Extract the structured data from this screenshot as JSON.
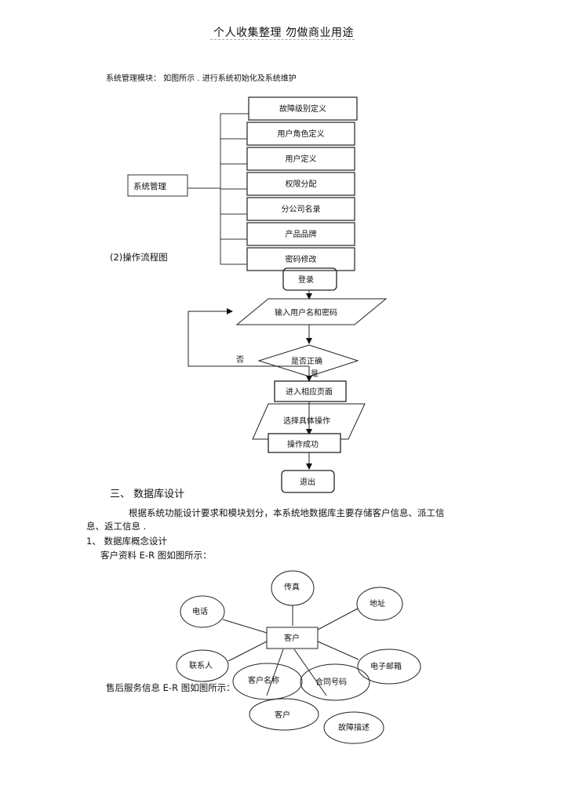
{
  "header": {
    "title": "个人收集整理   勿做商业用途"
  },
  "intro": {
    "text": "系统管理模块：  如图所示 . 进行系统初始化及系统维护"
  },
  "module_diagram": {
    "root": "系统管理",
    "children": [
      "故障级别定义",
      "用户角色定义",
      "用户定义",
      "权限分配",
      "分公司名录",
      "产品品牌",
      "密码修改"
    ]
  },
  "flow_caption": "(2)操作流程图",
  "flowchart": {
    "start": "登录",
    "input": "输入用户名和密码",
    "decision": "是否正确",
    "no_label": "否",
    "yes_label": "是",
    "enter_page": "进入相应页面",
    "choose_op": "选择具体操作",
    "success": "操作成功",
    "exit": "退出"
  },
  "section3": {
    "heading": "三、 数据库设计",
    "paragraph_line1": "根据系统功能设计要求和模块划分，本系统地数据库主要存储客户信息、派工信",
    "paragraph_line2": "息、返工信息  .",
    "subheading": "1、  数据库概念设计",
    "er1_caption": "客户资料  E-R 图如图所示：",
    "er2_caption": "售后服务信息   E-R 图如图所示："
  },
  "er_customer": {
    "entity": "客户",
    "attributes": [
      "传真",
      "电话",
      "地址",
      "联系人",
      "电子邮箱",
      "客户名称",
      "合同号码"
    ]
  },
  "er_service": {
    "attributes": [
      "客户",
      "故障描述"
    ]
  }
}
